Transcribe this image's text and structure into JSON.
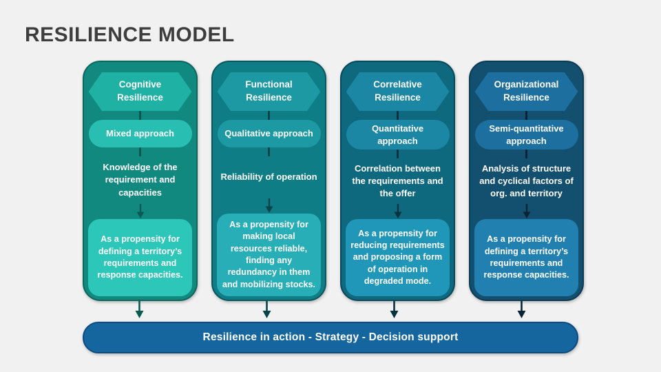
{
  "slide": {
    "title": "RESILIENCE MODEL",
    "background": "#f1f1f2",
    "title_color": "#3d3d3d"
  },
  "columns": [
    {
      "title": "Cognitive Resilience",
      "approach": "Mixed approach",
      "description": "Knowledge of the requirement and capacities",
      "detail": "As a propensity for defining a territory’s requirements and response capacities.",
      "colors": {
        "body": "#12897F",
        "border": "#0B665E",
        "shape": "#20B1A5",
        "pill": "#28BFB2",
        "box": "#2CC7B9",
        "line": "#0A5A52"
      }
    },
    {
      "title": "Functional Resilience",
      "approach": "Qualitative approach",
      "description": "Reliability of operation",
      "detail": "As a propensity for making local resources reliable, finding any redundancy in them and mobilizing stocks.",
      "colors": {
        "body": "#0E7D85",
        "border": "#09565C",
        "shape": "#1D99A4",
        "pill": "#1D99A4",
        "box": "#27AEB6",
        "line": "#07444B"
      }
    },
    {
      "title": "Correlative Resilience",
      "approach": "Quantitative approach",
      "description": "Correlation between the requirements and the offer",
      "detail": "As a propensity for reducing requirements and proposing a form of operation in degraded mode.",
      "colors": {
        "body": "#0E687E",
        "border": "#09485A",
        "shape": "#1B87A4",
        "pill": "#1B87A4",
        "box": "#2096B8",
        "line": "#07323F"
      }
    },
    {
      "title": "Organizational Resilience",
      "approach": "Semi-quantitative approach",
      "description": "Analysis of structure and cyclical factors of org. and territory",
      "detail": "As a propensity for defining a territory’s requirements and response capacities.",
      "colors": {
        "body": "#134F6E",
        "border": "#0C3A52",
        "shape": "#1C6F9E",
        "pill": "#1C6F9E",
        "box": "#2180B0",
        "line": "#0A2435"
      }
    }
  ],
  "footer": {
    "label": "Resilience in action - Strategy - Decision support",
    "bg": "#15669F",
    "border": "#0C4B7E"
  }
}
